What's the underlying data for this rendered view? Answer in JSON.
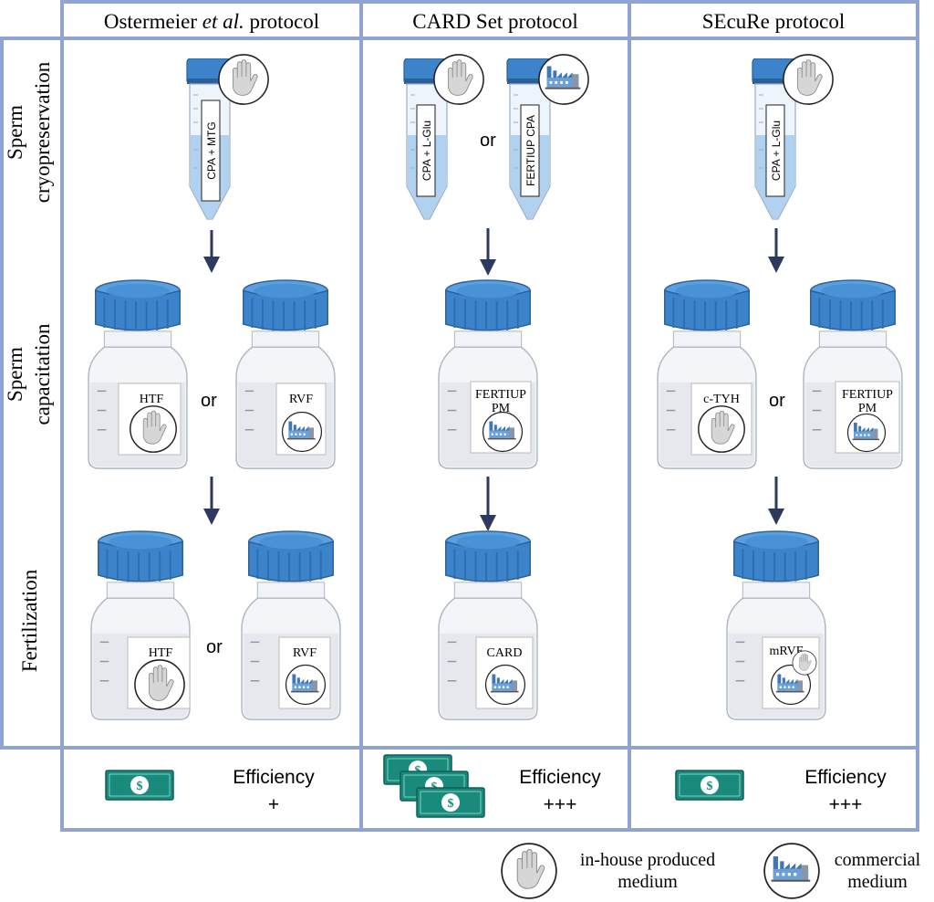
{
  "columns": [
    {
      "title_pre": "Ostermeier ",
      "title_em": "et al.",
      "title_post": " protocol"
    },
    {
      "title_pre": "CARD Set protocol",
      "title_em": "",
      "title_post": ""
    },
    {
      "title_pre": "SEcuRe protocol",
      "title_em": "",
      "title_post": ""
    }
  ],
  "rows": [
    {
      "label_1": "Sperm",
      "label_2": "cryopreservation"
    },
    {
      "label_1": "Sperm",
      "label_2": "capacitation"
    },
    {
      "label_1": "Fertilization",
      "label_2": ""
    }
  ],
  "or_word": "or",
  "tubes": {
    "col1": "CPA + MTG",
    "col2a": "CPA + L-Glu",
    "col2b": "FERTIUP CPA",
    "col3": "CPA + L-Glu"
  },
  "bottles": {
    "cap_c1a": "HTF",
    "cap_c1b": "RVF",
    "cap_c2_l1": "FERTIUP",
    "cap_c2_l2": "PM",
    "cap_c3a": "c-TYH",
    "cap_c3b_l1": "FERTIUP",
    "cap_c3b_l2": "PM",
    "fer_c1a": "HTF",
    "fer_c1b": "RVF",
    "fer_c2": "CARD",
    "fer_c3": "mRVF"
  },
  "summary": [
    {
      "bills": 1,
      "label": "Efficiency",
      "rating": "+"
    },
    {
      "bills": 3,
      "label": "Efficiency",
      "rating": "+++"
    },
    {
      "bills": 1,
      "label": "Efficiency",
      "rating": "+++"
    }
  ],
  "legend": {
    "inhouse_l1": "in-house produced",
    "inhouse_l2": "medium",
    "commercial_l1": "commercial",
    "commercial_l2": "medium"
  },
  "colors": {
    "frame": "#8fa4d1",
    "cap": "#3d83c9",
    "arrow": "#2b3a5e",
    "money": "#1a8a7c"
  }
}
